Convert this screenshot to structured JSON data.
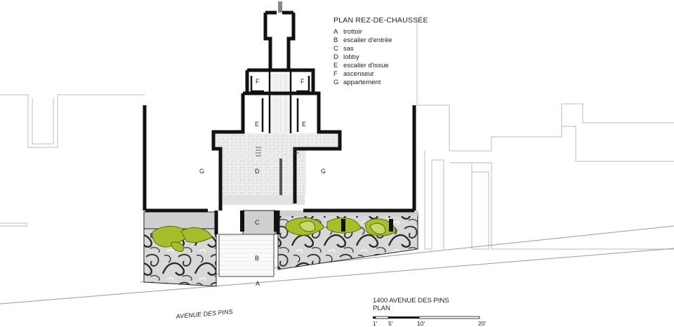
{
  "legend": {
    "title": "PLAN REZ-DE-CHAUSSÉE",
    "items": [
      {
        "key": "A",
        "label": "trottoir"
      },
      {
        "key": "B",
        "label": "escalier d'entrée"
      },
      {
        "key": "C",
        "label": "sas"
      },
      {
        "key": "D",
        "label": "lobby"
      },
      {
        "key": "E",
        "label": "escalier d'issue"
      },
      {
        "key": "F",
        "label": "ascenseur"
      },
      {
        "key": "G",
        "label": "appartement"
      }
    ]
  },
  "rooms": {
    "f_left": "F",
    "f_right": "F",
    "e_left": "E",
    "e_right": "E",
    "g_left": "G",
    "g_right": "G",
    "d": "D",
    "c": "C",
    "b": "B",
    "a": "A"
  },
  "street": "AVENUE DES PINS",
  "caption": {
    "line1": "1400 AVENUE DES PINS",
    "line2": "PLAN"
  },
  "scale": {
    "ticks": [
      "1'",
      "5'",
      "10'",
      "20'"
    ]
  }
}
